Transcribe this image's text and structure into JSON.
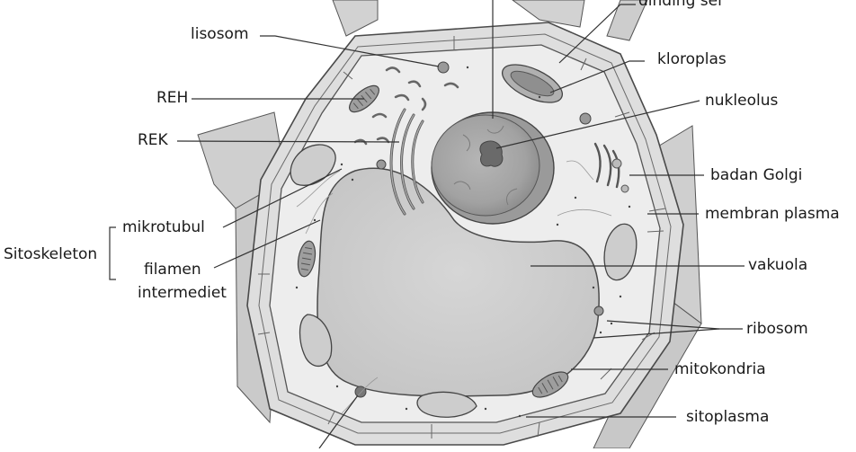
{
  "diagram": {
    "labels": {
      "dinding_sel": "dinding sel",
      "lisosom": "lisosom",
      "kloroplas": "kloroplas",
      "reh": "REH",
      "nukleolus": "nukleolus",
      "rek": "REK",
      "badan_golgi": "badan Golgi",
      "mikrotubul": "mikrotubul",
      "membran_plasma": "membran plasma",
      "sitoskeleton": "Sitoskeleton",
      "filamen": "filamen",
      "intermediet": "intermediet",
      "vakuola": "vakuola",
      "ribosom": "ribosom",
      "mitokondria": "mitokondria",
      "sitoplasma": "sitoplasma"
    }
  }
}
